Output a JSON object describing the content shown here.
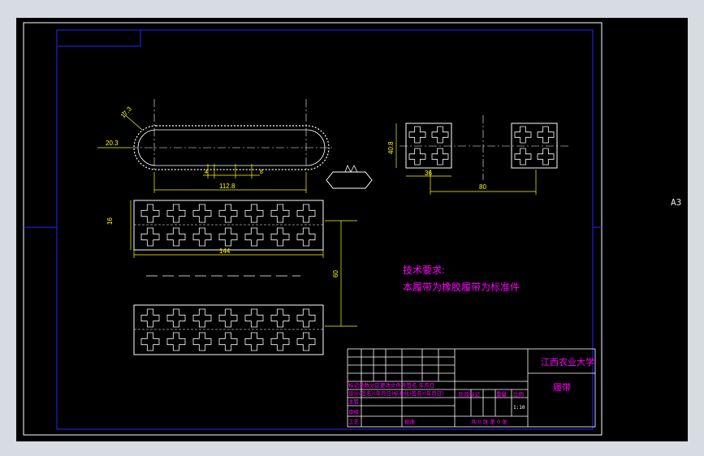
{
  "sheet_size": "A3",
  "dimensions": {
    "radius_small": "17.3",
    "tooth_pitch": "20.3",
    "track_length": "112.8",
    "small_a": "4",
    "small_b": "8",
    "block_height": "40.8",
    "block_width": "36",
    "block_spacing": "80",
    "belt_width": "16",
    "belt_length": "144",
    "belt_gap": "60"
  },
  "notes": {
    "heading": "技术要求:",
    "line1": "本履带为橡胶履带为标准件"
  },
  "title_block": {
    "university": "江西农业大学",
    "part_name": "履带",
    "row_record": "标记处数分区更改文件号签名 年月日",
    "row_design": "设计(签名)(年月日)标准化(签名)(年月日)",
    "label_stage": "阶段标记",
    "label_weight": "重量",
    "label_scale": "比例",
    "scale_value": "1:10",
    "label_audit": "审核",
    "label_craft": "工艺",
    "label_approve": "批准",
    "label_main": "主管",
    "sheets": "共 0 张 第 0 张"
  },
  "colors": {
    "background": "#000000",
    "frame": "#ffffff",
    "geometry": "#ffffff",
    "dimension": "#ffff00",
    "text": "#ff00ff",
    "border_inner": "#1e1eff"
  }
}
